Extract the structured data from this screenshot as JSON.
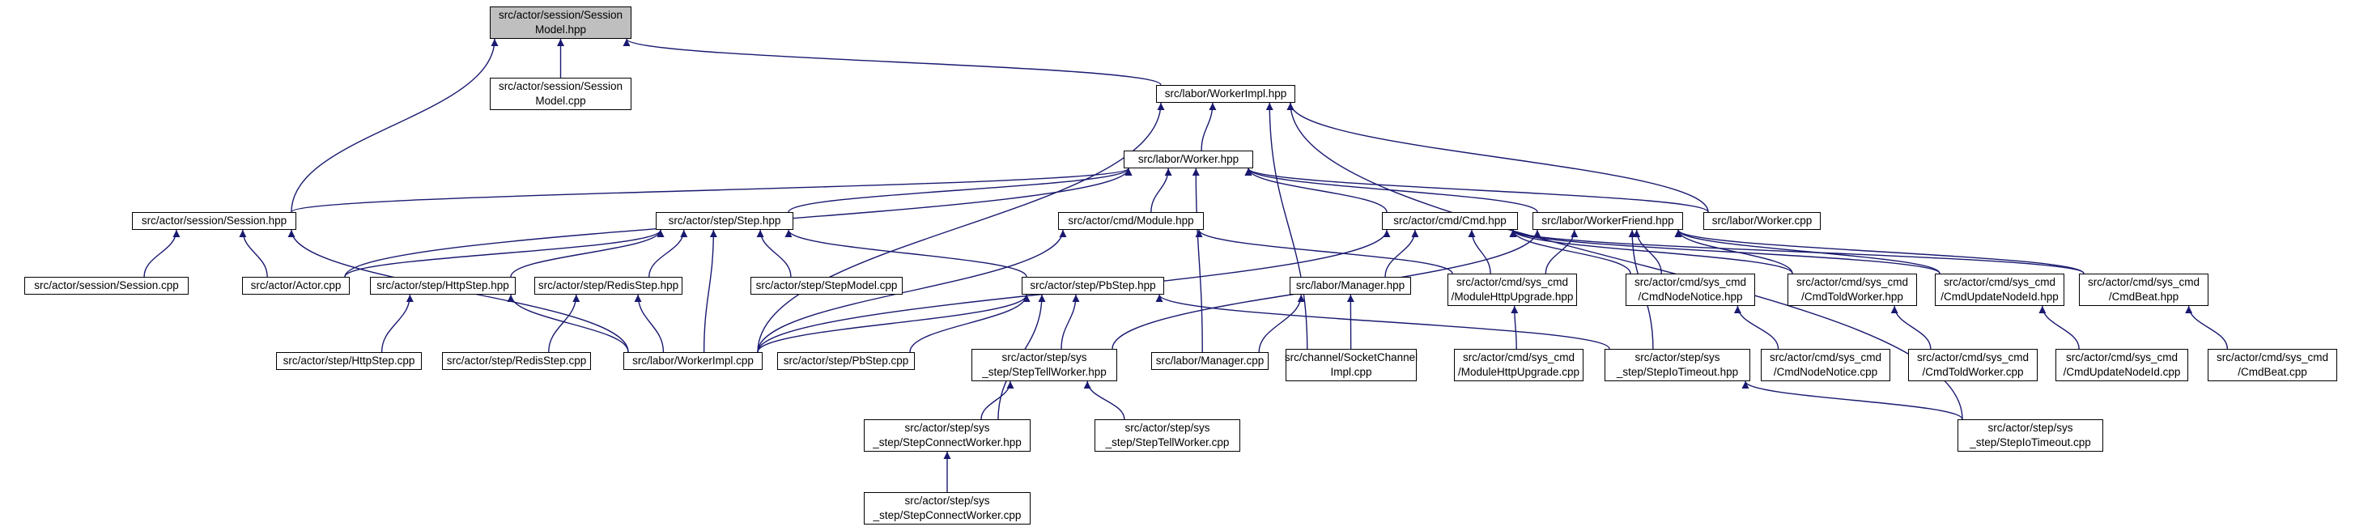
{
  "colors": {
    "edge": "#191970",
    "border": "#000000",
    "root_fill": "#bfbfbf",
    "node_fill": "#ffffff"
  },
  "nodes": {
    "session_model_hpp": {
      "lines": [
        "src/actor/session/Session",
        "Model.hpp"
      ]
    },
    "session_model_cpp": {
      "lines": [
        "src/actor/session/Session",
        "Model.cpp"
      ]
    },
    "worker_impl_hpp": {
      "lines": [
        "src/labor/WorkerImpl.hpp"
      ]
    },
    "worker_hpp": {
      "lines": [
        "src/labor/Worker.hpp"
      ]
    },
    "session_hpp": {
      "lines": [
        "src/actor/session/Session.hpp"
      ]
    },
    "step_hpp": {
      "lines": [
        "src/actor/step/Step.hpp"
      ]
    },
    "module_hpp": {
      "lines": [
        "src/actor/cmd/Module.hpp"
      ]
    },
    "cmd_hpp": {
      "lines": [
        "src/actor/cmd/Cmd.hpp"
      ]
    },
    "worker_friend_hpp": {
      "lines": [
        "src/labor/WorkerFriend.hpp"
      ]
    },
    "worker_cpp": {
      "lines": [
        "src/labor/Worker.cpp"
      ]
    },
    "session_cpp": {
      "lines": [
        "src/actor/session/Session.cpp"
      ]
    },
    "actor_cpp": {
      "lines": [
        "src/actor/Actor.cpp"
      ]
    },
    "http_step_hpp": {
      "lines": [
        "src/actor/step/HttpStep.hpp"
      ]
    },
    "redis_step_hpp": {
      "lines": [
        "src/actor/step/RedisStep.hpp"
      ]
    },
    "step_model_cpp": {
      "lines": [
        "src/actor/step/StepModel.cpp"
      ]
    },
    "pb_step_hpp": {
      "lines": [
        "src/actor/step/PbStep.hpp"
      ]
    },
    "manager_hpp": {
      "lines": [
        "src/labor/Manager.hpp"
      ]
    },
    "module_http_upgrade_hpp": {
      "lines": [
        "src/actor/cmd/sys_cmd",
        "/ModuleHttpUpgrade.hpp"
      ]
    },
    "cmd_node_notice_hpp": {
      "lines": [
        "src/actor/cmd/sys_cmd",
        "/CmdNodeNotice.hpp"
      ]
    },
    "cmd_told_worker_hpp": {
      "lines": [
        "src/actor/cmd/sys_cmd",
        "/CmdToldWorker.hpp"
      ]
    },
    "cmd_update_node_id_hpp": {
      "lines": [
        "src/actor/cmd/sys_cmd",
        "/CmdUpdateNodeId.hpp"
      ]
    },
    "cmd_beat_hpp": {
      "lines": [
        "src/actor/cmd/sys_cmd",
        "/CmdBeat.hpp"
      ]
    },
    "http_step_cpp": {
      "lines": [
        "src/actor/step/HttpStep.cpp"
      ]
    },
    "redis_step_cpp": {
      "lines": [
        "src/actor/step/RedisStep.cpp"
      ]
    },
    "worker_impl_cpp": {
      "lines": [
        "src/labor/WorkerImpl.cpp"
      ]
    },
    "pb_step_cpp": {
      "lines": [
        "src/actor/step/PbStep.cpp"
      ]
    },
    "step_tell_worker_hpp": {
      "lines": [
        "src/actor/step/sys",
        "_step/StepTellWorker.hpp"
      ]
    },
    "manager_cpp": {
      "lines": [
        "src/labor/Manager.cpp"
      ]
    },
    "socket_channel_impl_cpp": {
      "lines": [
        "src/channel/SocketChannel",
        "Impl.cpp"
      ]
    },
    "module_http_upgrade_cpp": {
      "lines": [
        "src/actor/cmd/sys_cmd",
        "/ModuleHttpUpgrade.cpp"
      ]
    },
    "step_io_timeout_hpp": {
      "lines": [
        "src/actor/step/sys",
        "_step/StepIoTimeout.hpp"
      ]
    },
    "cmd_node_notice_cpp": {
      "lines": [
        "src/actor/cmd/sys_cmd",
        "/CmdNodeNotice.cpp"
      ]
    },
    "cmd_told_worker_cpp": {
      "lines": [
        "src/actor/cmd/sys_cmd",
        "/CmdToldWorker.cpp"
      ]
    },
    "cmd_update_node_id_cpp": {
      "lines": [
        "src/actor/cmd/sys_cmd",
        "/CmdUpdateNodeId.cpp"
      ]
    },
    "cmd_beat_cpp": {
      "lines": [
        "src/actor/cmd/sys_cmd",
        "/CmdBeat.cpp"
      ]
    },
    "step_connect_worker_hpp": {
      "lines": [
        "src/actor/step/sys",
        "_step/StepConnectWorker.hpp"
      ]
    },
    "step_tell_worker_cpp": {
      "lines": [
        "src/actor/step/sys",
        "_step/StepTellWorker.cpp"
      ]
    },
    "step_io_timeout_cpp": {
      "lines": [
        "src/actor/step/sys",
        "_step/StepIoTimeout.cpp"
      ]
    },
    "step_connect_worker_cpp": {
      "lines": [
        "src/actor/step/sys",
        "_step/StepConnectWorker.cpp"
      ]
    }
  },
  "edges": [
    [
      "session_model_hpp",
      "session_model_cpp"
    ],
    [
      "session_model_hpp",
      "worker_impl_hpp"
    ],
    [
      "session_model_hpp",
      "session_hpp"
    ],
    [
      "worker_impl_hpp",
      "worker_hpp"
    ],
    [
      "worker_impl_hpp",
      "worker_cpp"
    ],
    [
      "worker_impl_hpp",
      "worker_impl_cpp"
    ],
    [
      "worker_impl_hpp",
      "socket_channel_impl_cpp"
    ],
    [
      "worker_impl_hpp",
      "step_io_timeout_cpp"
    ],
    [
      "worker_hpp",
      "session_hpp"
    ],
    [
      "worker_hpp",
      "step_hpp"
    ],
    [
      "worker_hpp",
      "module_hpp"
    ],
    [
      "worker_hpp",
      "cmd_hpp"
    ],
    [
      "worker_hpp",
      "worker_friend_hpp"
    ],
    [
      "worker_hpp",
      "worker_cpp"
    ],
    [
      "worker_hpp",
      "actor_cpp"
    ],
    [
      "worker_hpp",
      "manager_cpp"
    ],
    [
      "session_hpp",
      "session_cpp"
    ],
    [
      "session_hpp",
      "actor_cpp"
    ],
    [
      "session_hpp",
      "worker_impl_cpp"
    ],
    [
      "step_hpp",
      "actor_cpp"
    ],
    [
      "step_hpp",
      "http_step_hpp"
    ],
    [
      "step_hpp",
      "redis_step_hpp"
    ],
    [
      "step_hpp",
      "step_model_cpp"
    ],
    [
      "step_hpp",
      "pb_step_hpp"
    ],
    [
      "step_hpp",
      "worker_impl_cpp"
    ],
    [
      "module_hpp",
      "worker_impl_cpp"
    ],
    [
      "module_hpp",
      "module_http_upgrade_hpp"
    ],
    [
      "cmd_hpp",
      "manager_hpp"
    ],
    [
      "cmd_hpp",
      "worker_impl_cpp"
    ],
    [
      "cmd_hpp",
      "module_http_upgrade_hpp"
    ],
    [
      "cmd_hpp",
      "cmd_node_notice_hpp"
    ],
    [
      "cmd_hpp",
      "cmd_told_worker_hpp"
    ],
    [
      "cmd_hpp",
      "cmd_update_node_id_hpp"
    ],
    [
      "cmd_hpp",
      "cmd_beat_hpp"
    ],
    [
      "worker_friend_hpp",
      "step_tell_worker_hpp"
    ],
    [
      "worker_friend_hpp",
      "module_http_upgrade_hpp"
    ],
    [
      "worker_friend_hpp",
      "cmd_node_notice_hpp"
    ],
    [
      "worker_friend_hpp",
      "cmd_told_worker_hpp"
    ],
    [
      "worker_friend_hpp",
      "cmd_update_node_id_hpp"
    ],
    [
      "worker_friend_hpp",
      "cmd_beat_hpp"
    ],
    [
      "worker_friend_hpp",
      "step_io_timeout_hpp"
    ],
    [
      "http_step_hpp",
      "http_step_cpp"
    ],
    [
      "http_step_hpp",
      "worker_impl_cpp"
    ],
    [
      "redis_step_hpp",
      "redis_step_cpp"
    ],
    [
      "redis_step_hpp",
      "worker_impl_cpp"
    ],
    [
      "pb_step_hpp",
      "worker_impl_cpp"
    ],
    [
      "pb_step_hpp",
      "pb_step_cpp"
    ],
    [
      "pb_step_hpp",
      "step_tell_worker_hpp"
    ],
    [
      "pb_step_hpp",
      "step_connect_worker_hpp"
    ],
    [
      "pb_step_hpp",
      "step_io_timeout_hpp"
    ],
    [
      "manager_hpp",
      "manager_cpp"
    ],
    [
      "manager_hpp",
      "socket_channel_impl_cpp"
    ],
    [
      "module_http_upgrade_hpp",
      "module_http_upgrade_cpp"
    ],
    [
      "cmd_node_notice_hpp",
      "cmd_node_notice_cpp"
    ],
    [
      "cmd_told_worker_hpp",
      "cmd_told_worker_cpp"
    ],
    [
      "cmd_update_node_id_hpp",
      "cmd_update_node_id_cpp"
    ],
    [
      "cmd_beat_hpp",
      "cmd_beat_cpp"
    ],
    [
      "step_tell_worker_hpp",
      "step_connect_worker_hpp"
    ],
    [
      "step_tell_worker_hpp",
      "step_tell_worker_cpp"
    ],
    [
      "step_io_timeout_hpp",
      "step_io_timeout_cpp"
    ],
    [
      "step_connect_worker_hpp",
      "step_connect_worker_cpp"
    ]
  ]
}
